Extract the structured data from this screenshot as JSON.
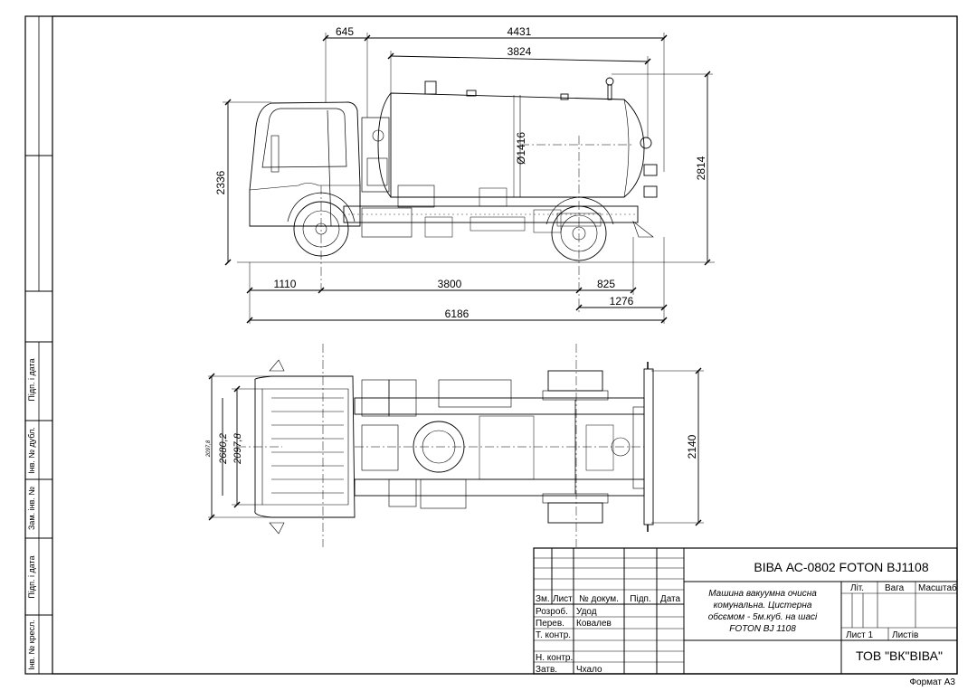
{
  "side_stamp": {
    "labels": [
      "Підп. і дата",
      "Інв. № дубл.",
      "Зам. інв. №",
      "Підп. і дата",
      "Інв. № кресл."
    ]
  },
  "side_view": {
    "dims": {
      "cab_overhang": "645",
      "overall_top": "4431",
      "tank_length": "3824",
      "tank_diameter": "Ø1416",
      "cab_height": "2336",
      "total_height": "2814",
      "front_overhang": "1110",
      "wheelbase": "3800",
      "rear_axle_to_tank": "825",
      "rear_overhang": "1276",
      "overall_length": "6186"
    }
  },
  "plan_view": {
    "dims": {
      "width_small": "2097,8",
      "width_a": "2680,2",
      "width_b": "2097,8",
      "overall_width": "2140"
    }
  },
  "title_block": {
    "designation": "ВІВА АС-0802 FOTON BJ1108",
    "description_lines": [
      "Машина вакуумна очисна",
      "комунальна. Цистерна",
      "обсємом - 5м.куб. на шасі",
      "FOTON BJ 1108"
    ],
    "col_headers": [
      "Зм.",
      "Лист",
      "№ докум.",
      "Підп.",
      "Дата"
    ],
    "roles": [
      "Розроб.",
      "Перев.",
      "Т. контр.",
      "",
      "Н. контр.",
      "Затв."
    ],
    "names": [
      "Удод",
      "Ковалев",
      "",
      "",
      "",
      "Чхало"
    ],
    "lit_label": "Літ.",
    "mass_label": "Вага",
    "scale_label": "Масштаб",
    "sheet_label": "Лист 1",
    "sheets_label": "Листів",
    "organization": "ТОВ \"ВК\"ВІВА\"",
    "format": "Формат А3"
  }
}
